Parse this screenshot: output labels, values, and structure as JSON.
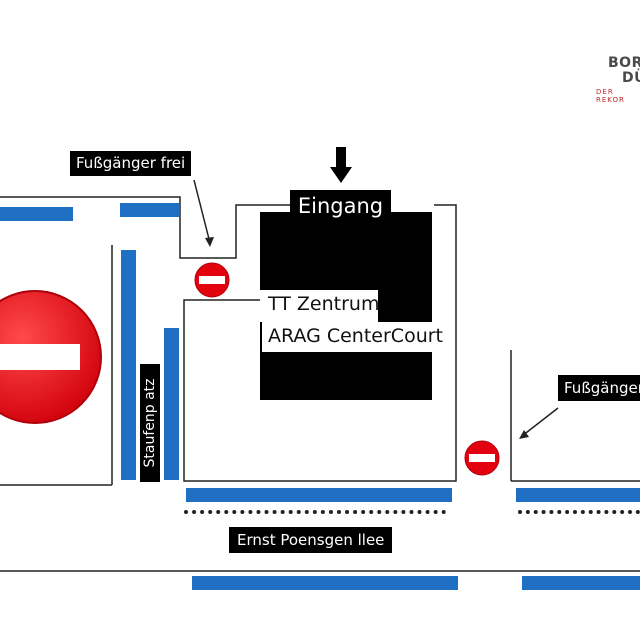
{
  "logo": {
    "line1": "BORU",
    "line2": "DÜ",
    "tagline": "DER REKOR"
  },
  "labels": {
    "pedestrian_free_left": "Fußgänger frei",
    "pedestrian_free_right": "Fußgänger",
    "entrance": "Eingang",
    "building_line1": "TT  Zentrum",
    "building_line2": "ARAG CenterCourt",
    "street_vertical": "Staufenp atz",
    "street_horizontal": "Ernst  Poensgen  llee"
  },
  "colors": {
    "parking": "#1f6fc5",
    "no_entry_red": "#e3000f",
    "label_bg": "#000000"
  },
  "icons": [
    "no-entry-sign-icon",
    "down-arrow-icon"
  ]
}
